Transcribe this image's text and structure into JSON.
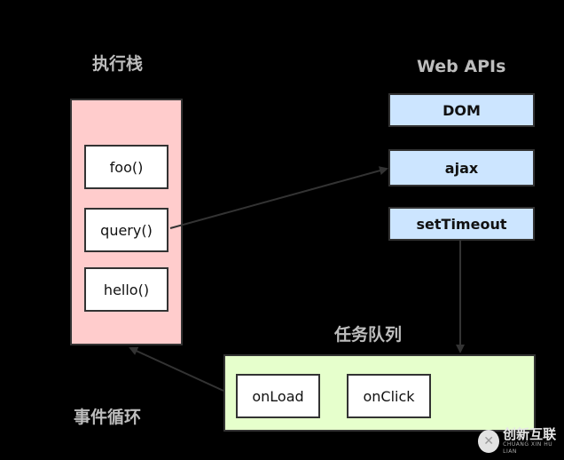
{
  "labels": {
    "call_stack": "执行栈",
    "web_apis": "Web APIs",
    "task_queue": "任务队列",
    "event_loop": "事件循环"
  },
  "call_stack": {
    "frames": [
      "foo()",
      "query()",
      "hello()"
    ]
  },
  "web_apis": {
    "items": [
      "DOM",
      "ajax",
      "setTimeout"
    ]
  },
  "task_queue": {
    "items": [
      "onLoad",
      "onClick"
    ]
  },
  "watermark": {
    "brand": "创新互联",
    "sub": "CHUANG XIN HU LIAN"
  },
  "colors": {
    "stack_fill": "#ffcccc",
    "api_fill": "#cce5ff",
    "queue_fill": "#e6ffcc",
    "arrow": "#333333",
    "label_text": "#bdbdbd"
  }
}
